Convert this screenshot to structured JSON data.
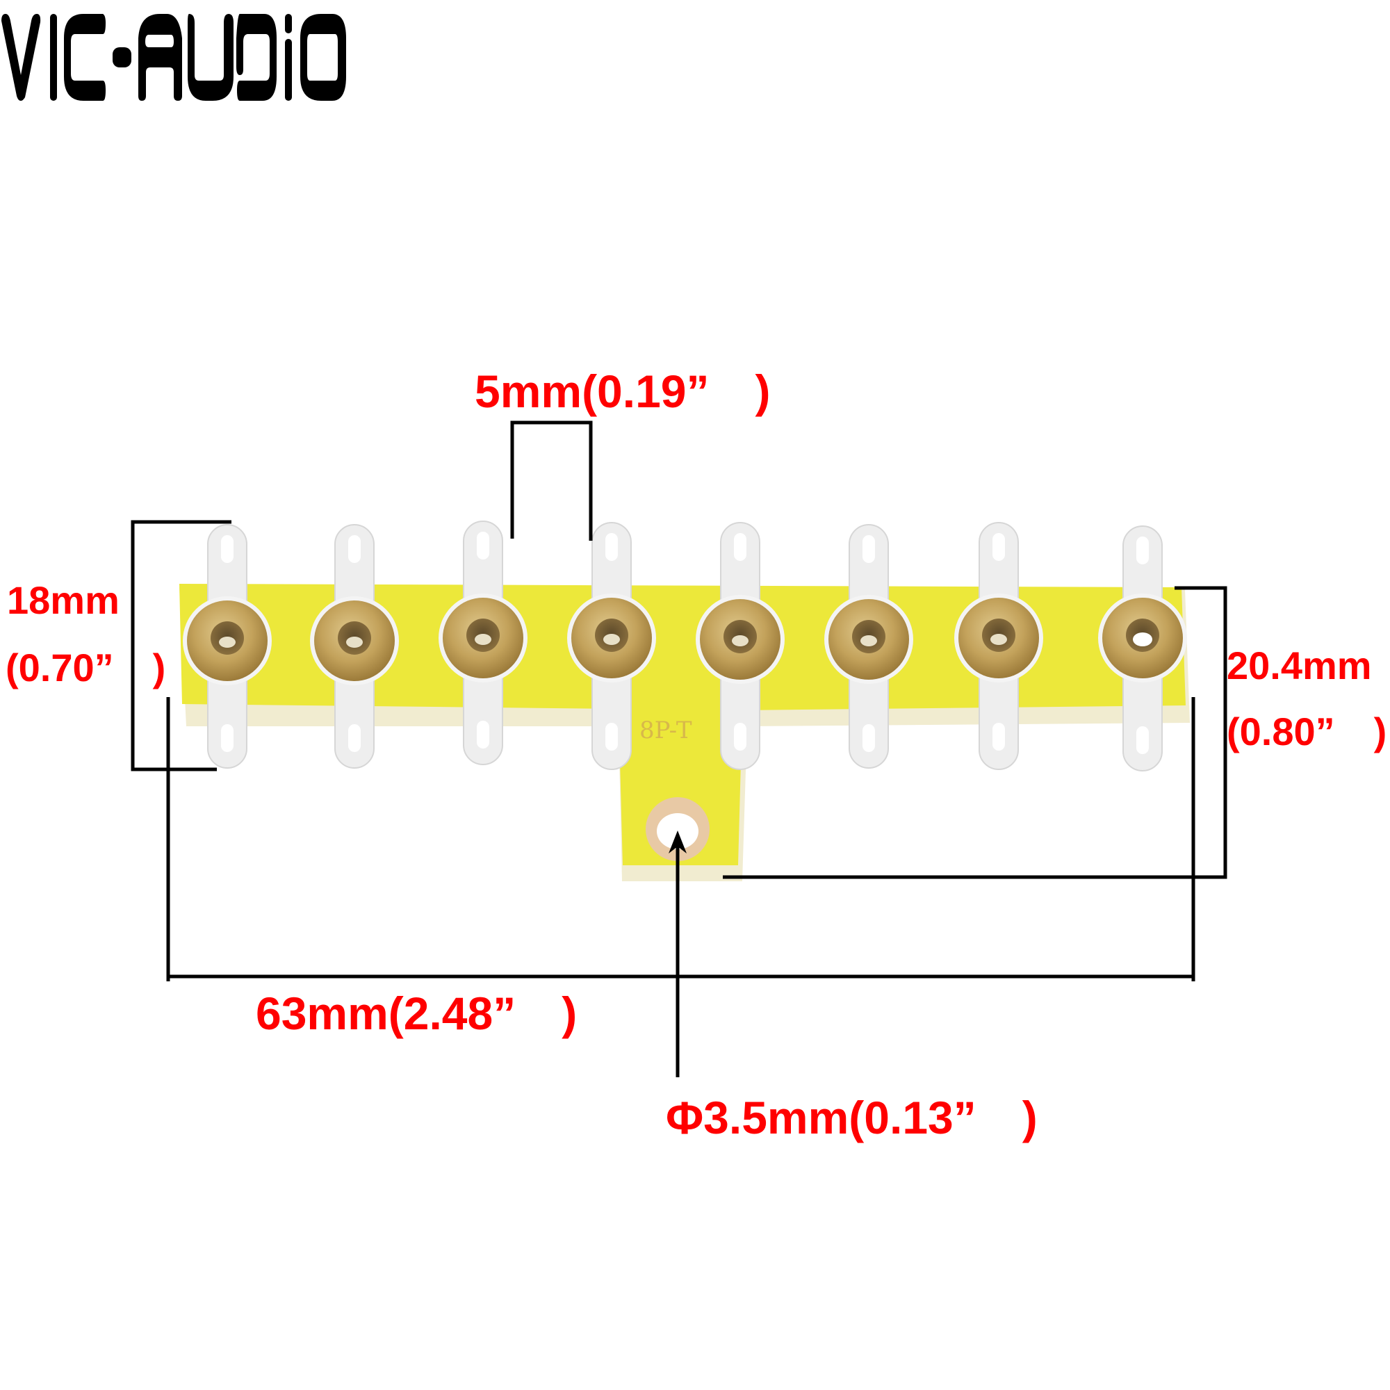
{
  "brand": {
    "name": "VIC-AUDIO",
    "color": "#000000"
  },
  "product": {
    "description": "8-position turret terminal tag strip on yellow board, T-shaped with mounting hole",
    "board_marking": "8P-T",
    "terminal_count": 8,
    "colors": {
      "board": "#ecea3a",
      "board_edge": "#f2efd6",
      "lug": "#eeeeee",
      "brass": "#c7a660",
      "label": "#ff0000",
      "dimension_line": "#000000"
    }
  },
  "dimensions": {
    "pitch": {
      "mm": "5mm",
      "inch": "(0.19\"　)",
      "label": "5mm(0.19”　)"
    },
    "lug_height": {
      "mm": "18mm",
      "inch": "(0.70”　)"
    },
    "board_height": {
      "mm": "20.4mm",
      "inch": "(0.80”　)"
    },
    "length": {
      "label": "63mm(2.48”　)"
    },
    "hole": {
      "label": "Φ3.5mm(0.13”　)"
    }
  }
}
